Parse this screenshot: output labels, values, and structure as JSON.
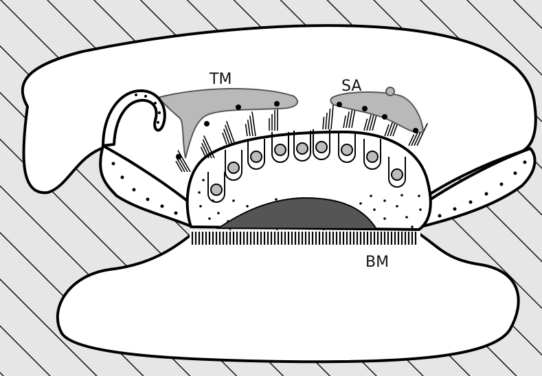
{
  "labels": {
    "tm": "TM",
    "sa": "SA",
    "bm": "BM"
  },
  "colors": {
    "background": "#e6e6e6",
    "hatch": "#111111",
    "fluid_space": "#ffffff",
    "membrane_gray": "#b9b9b9",
    "nucleus_gray": "#bdbdbd",
    "dark_mass": "#555555",
    "outline": "#000000"
  }
}
